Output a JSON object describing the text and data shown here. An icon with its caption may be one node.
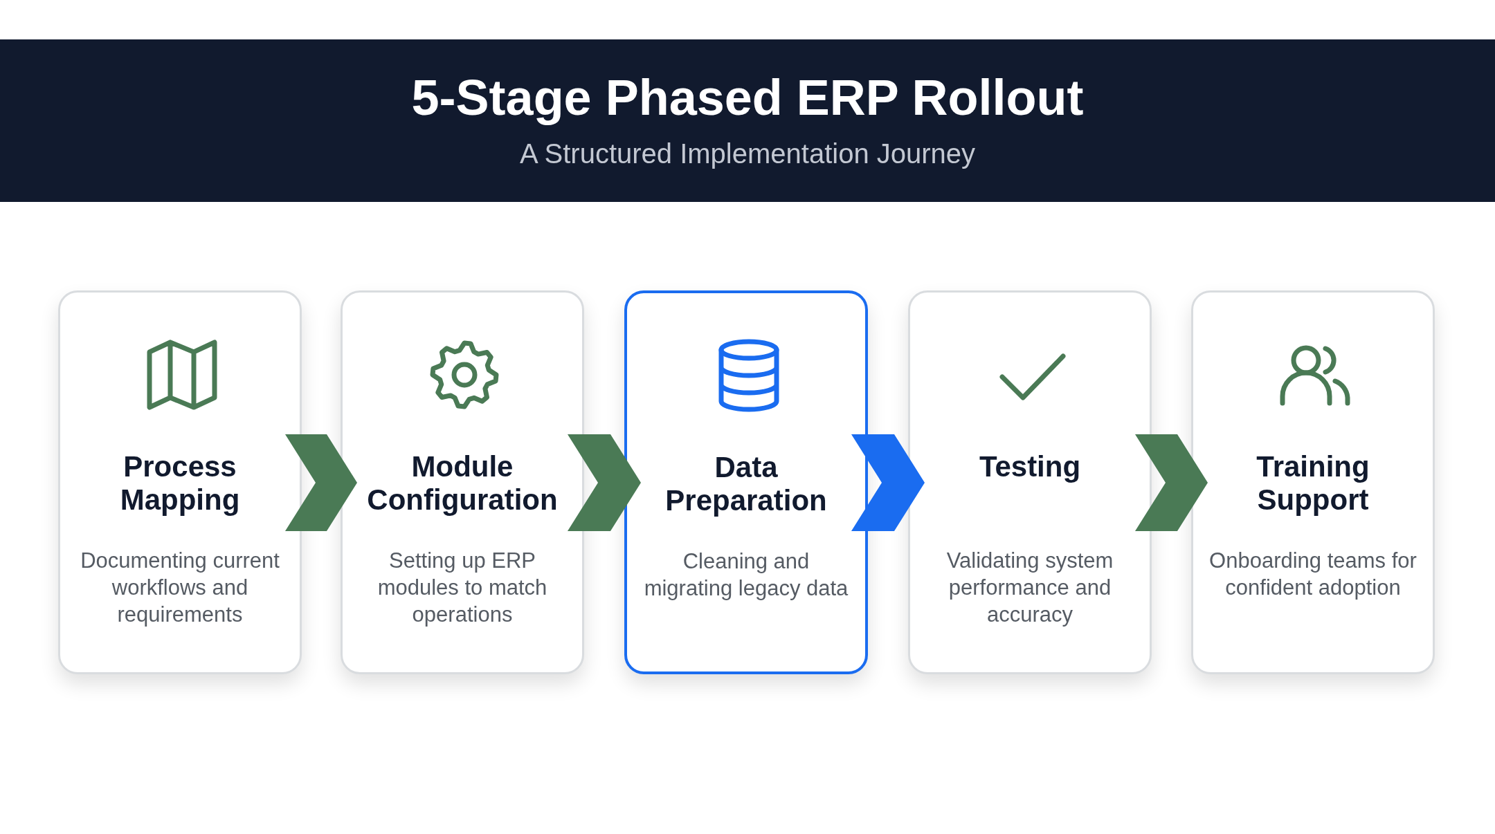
{
  "diagram": {
    "title": "5-Stage Phased ERP Rollout",
    "nodes": [
      {
        "text": [
          "Process Mapping",
          "Documenting current workflows and requirements"
        ]
      },
      {
        "text": [
          "Module Configuration",
          "Setting up ERP modules to match operations"
        ]
      },
      {
        "text": [
          "Data Preparation",
          "Cleaning and migrating legacy data"
        ]
      },
      {
        "text": [
          "Testing",
          "Validating system performance and accuracy"
        ]
      },
      {
        "text": [
          "Training Support",
          "Onboarding teams for confident adoption"
        ]
      }
    ],
    "edges": [
      {
        "from": 0,
        "to": 1,
        "arrow": "to"
      },
      {
        "from": 1,
        "to": 2,
        "arrow": "to"
      },
      {
        "from": 2,
        "to": 3,
        "arrow": "to",
        "color": "#1a6cf0"
      },
      {
        "from": 3,
        "to": 4,
        "arrow": "to"
      }
    ],
    "labels": [
      "A Structured Implementation Journey"
    ]
  }
}
